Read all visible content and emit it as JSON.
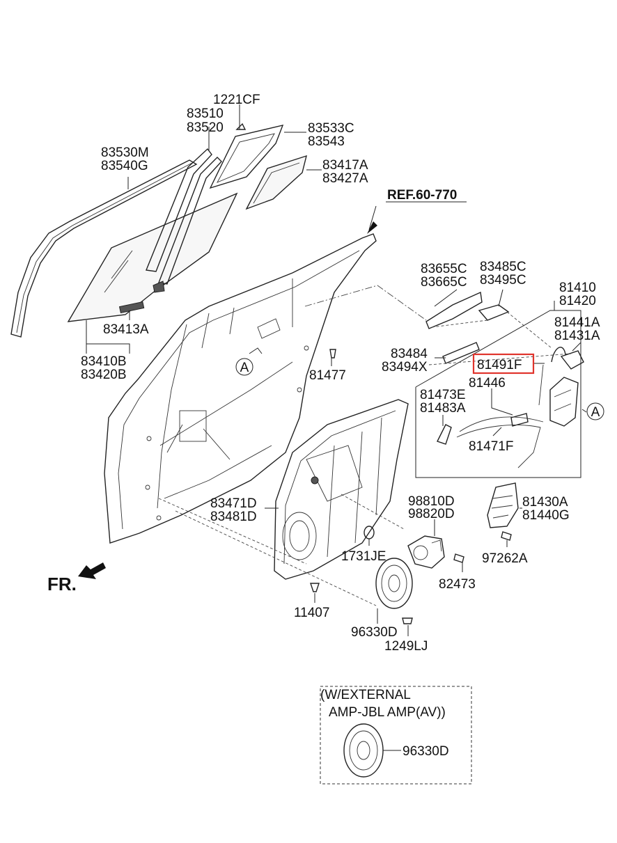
{
  "diagram": {
    "ref_label": "REF.60-770",
    "front_label": "FR.",
    "callout_letter": "A",
    "highlighted_part": "81491F",
    "highlight_color": "#e0342c",
    "labels": {
      "l_1221CF": "1221CF",
      "l_83510": "83510",
      "l_83520": "83520",
      "l_83533C": "83533C",
      "l_83543": "83543",
      "l_83530M": "83530M",
      "l_83540G": "83540G",
      "l_83417A": "83417A",
      "l_83427A": "83427A",
      "l_83413A": "83413A",
      "l_83410B": "83410B",
      "l_83420B": "83420B",
      "l_83655C": "83655C",
      "l_83665C": "83665C",
      "l_83485C": "83485C",
      "l_83495C": "83495C",
      "l_81410": "81410",
      "l_81420": "81420",
      "l_81441A": "81441A",
      "l_81431A": "81431A",
      "l_83484": "83484",
      "l_83494X": "83494X",
      "l_81477": "81477",
      "l_81491F": "81491F",
      "l_81446": "81446",
      "l_81473E": "81473E",
      "l_81483A": "81483A",
      "l_81471F": "81471F",
      "l_83471D": "83471D",
      "l_83481D": "83481D",
      "l_98810D": "98810D",
      "l_98820D": "98820D",
      "l_81430A": "81430A",
      "l_81440G": "81440G",
      "l_1731JE": "1731JE",
      "l_97262A": "97262A",
      "l_82473": "82473",
      "l_11407": "11407",
      "l_96330D": "96330D",
      "l_1249LJ": "1249LJ"
    },
    "inset": {
      "title_line1": "(W/EXTERNAL",
      "title_line2": "AMP-JBL AMP(AV))",
      "part_label": "96330D"
    }
  }
}
